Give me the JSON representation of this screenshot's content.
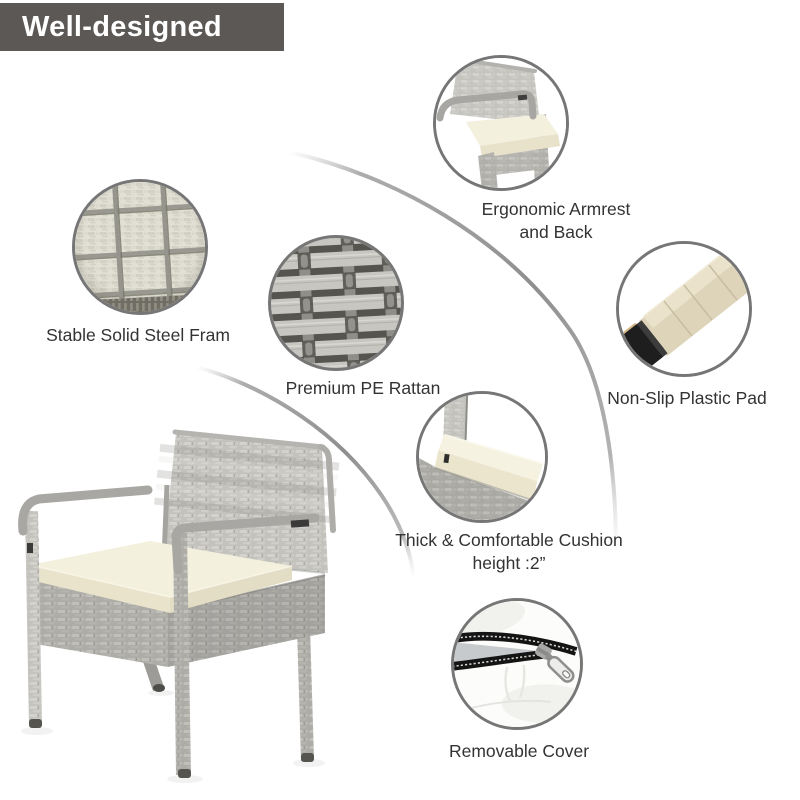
{
  "title": "Well-designed",
  "product": {
    "photo": "grey-rattan-armchair-with-cream-cushion-photo"
  },
  "callouts": {
    "steel": {
      "label": "Stable Solid Steel Fram",
      "photo": "steel-frame-grid-photo"
    },
    "rattan": {
      "label": "Premium PE Rattan",
      "photo": "rattan-weave-closeup-photo"
    },
    "armrest": {
      "label_line1": "Ergonomic Armrest",
      "label_line2": "and Back",
      "photo": "armrest-and-back-photo"
    },
    "pad": {
      "label": "Non-Slip Plastic Pad",
      "photo": "plastic-foot-pad-photo"
    },
    "cushion": {
      "label_line1": "Thick & Comfortable Cushion",
      "label_line2": "height :2”",
      "photo": "cushion-corner-photo"
    },
    "cover": {
      "label": "Removable Cover",
      "photo": "zipper-cover-photo"
    }
  },
  "colors": {
    "title_bg": "#5b5855",
    "title_text": "#ffffff",
    "label_text": "#333333",
    "circle_border": "#767676",
    "arc_grey": "#8e8e8e",
    "cushion_cream": "#f4f0de",
    "rattan_grey": "#b7b6b1",
    "pad_black": "#1e1e1e",
    "leg_beige": "#ded4ba"
  }
}
